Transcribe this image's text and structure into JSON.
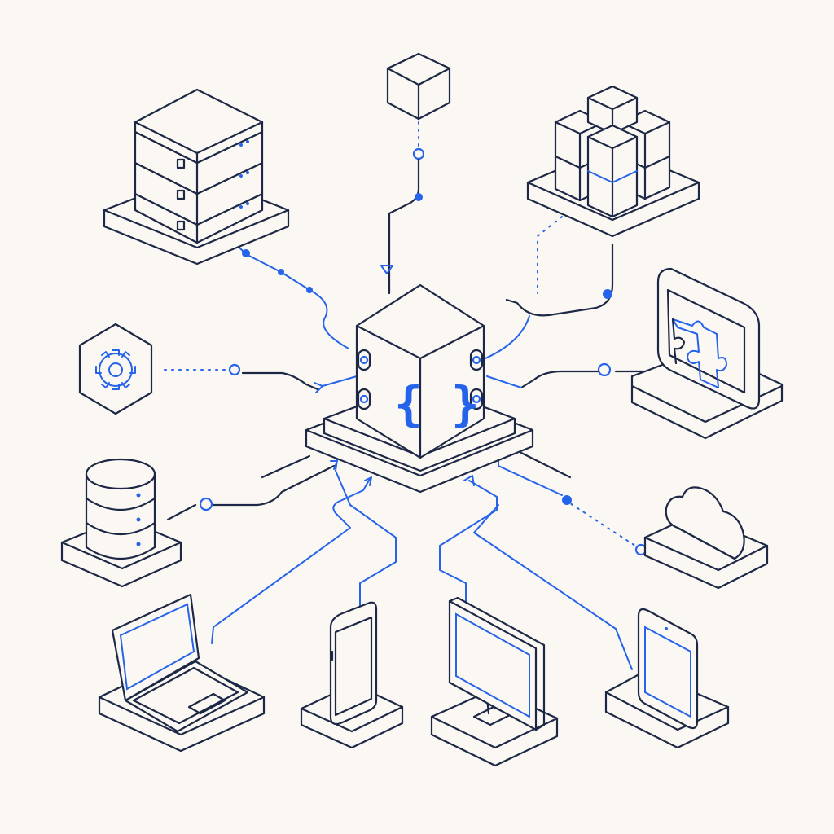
{
  "hub": {
    "glyph": "{ }",
    "icon": "code-braces-icon"
  },
  "nodes": [
    {
      "id": "server-rack",
      "icon": "server-stack-icon"
    },
    {
      "id": "package",
      "icon": "box-icon"
    },
    {
      "id": "microservices",
      "icon": "container-cluster-icon"
    },
    {
      "id": "integrations",
      "icon": "puzzle-icon"
    },
    {
      "id": "settings",
      "icon": "gear-icon"
    },
    {
      "id": "database",
      "icon": "database-icon"
    },
    {
      "id": "cloud",
      "icon": "cloud-icon"
    },
    {
      "id": "laptop",
      "icon": "laptop-icon"
    },
    {
      "id": "phone",
      "icon": "smartphone-icon"
    },
    {
      "id": "desktop",
      "icon": "monitor-icon"
    },
    {
      "id": "tablet",
      "icon": "tablet-icon"
    }
  ],
  "colors": {
    "background": "#fbf8f3",
    "line": "#1d2746",
    "accent": "#2563eb"
  }
}
